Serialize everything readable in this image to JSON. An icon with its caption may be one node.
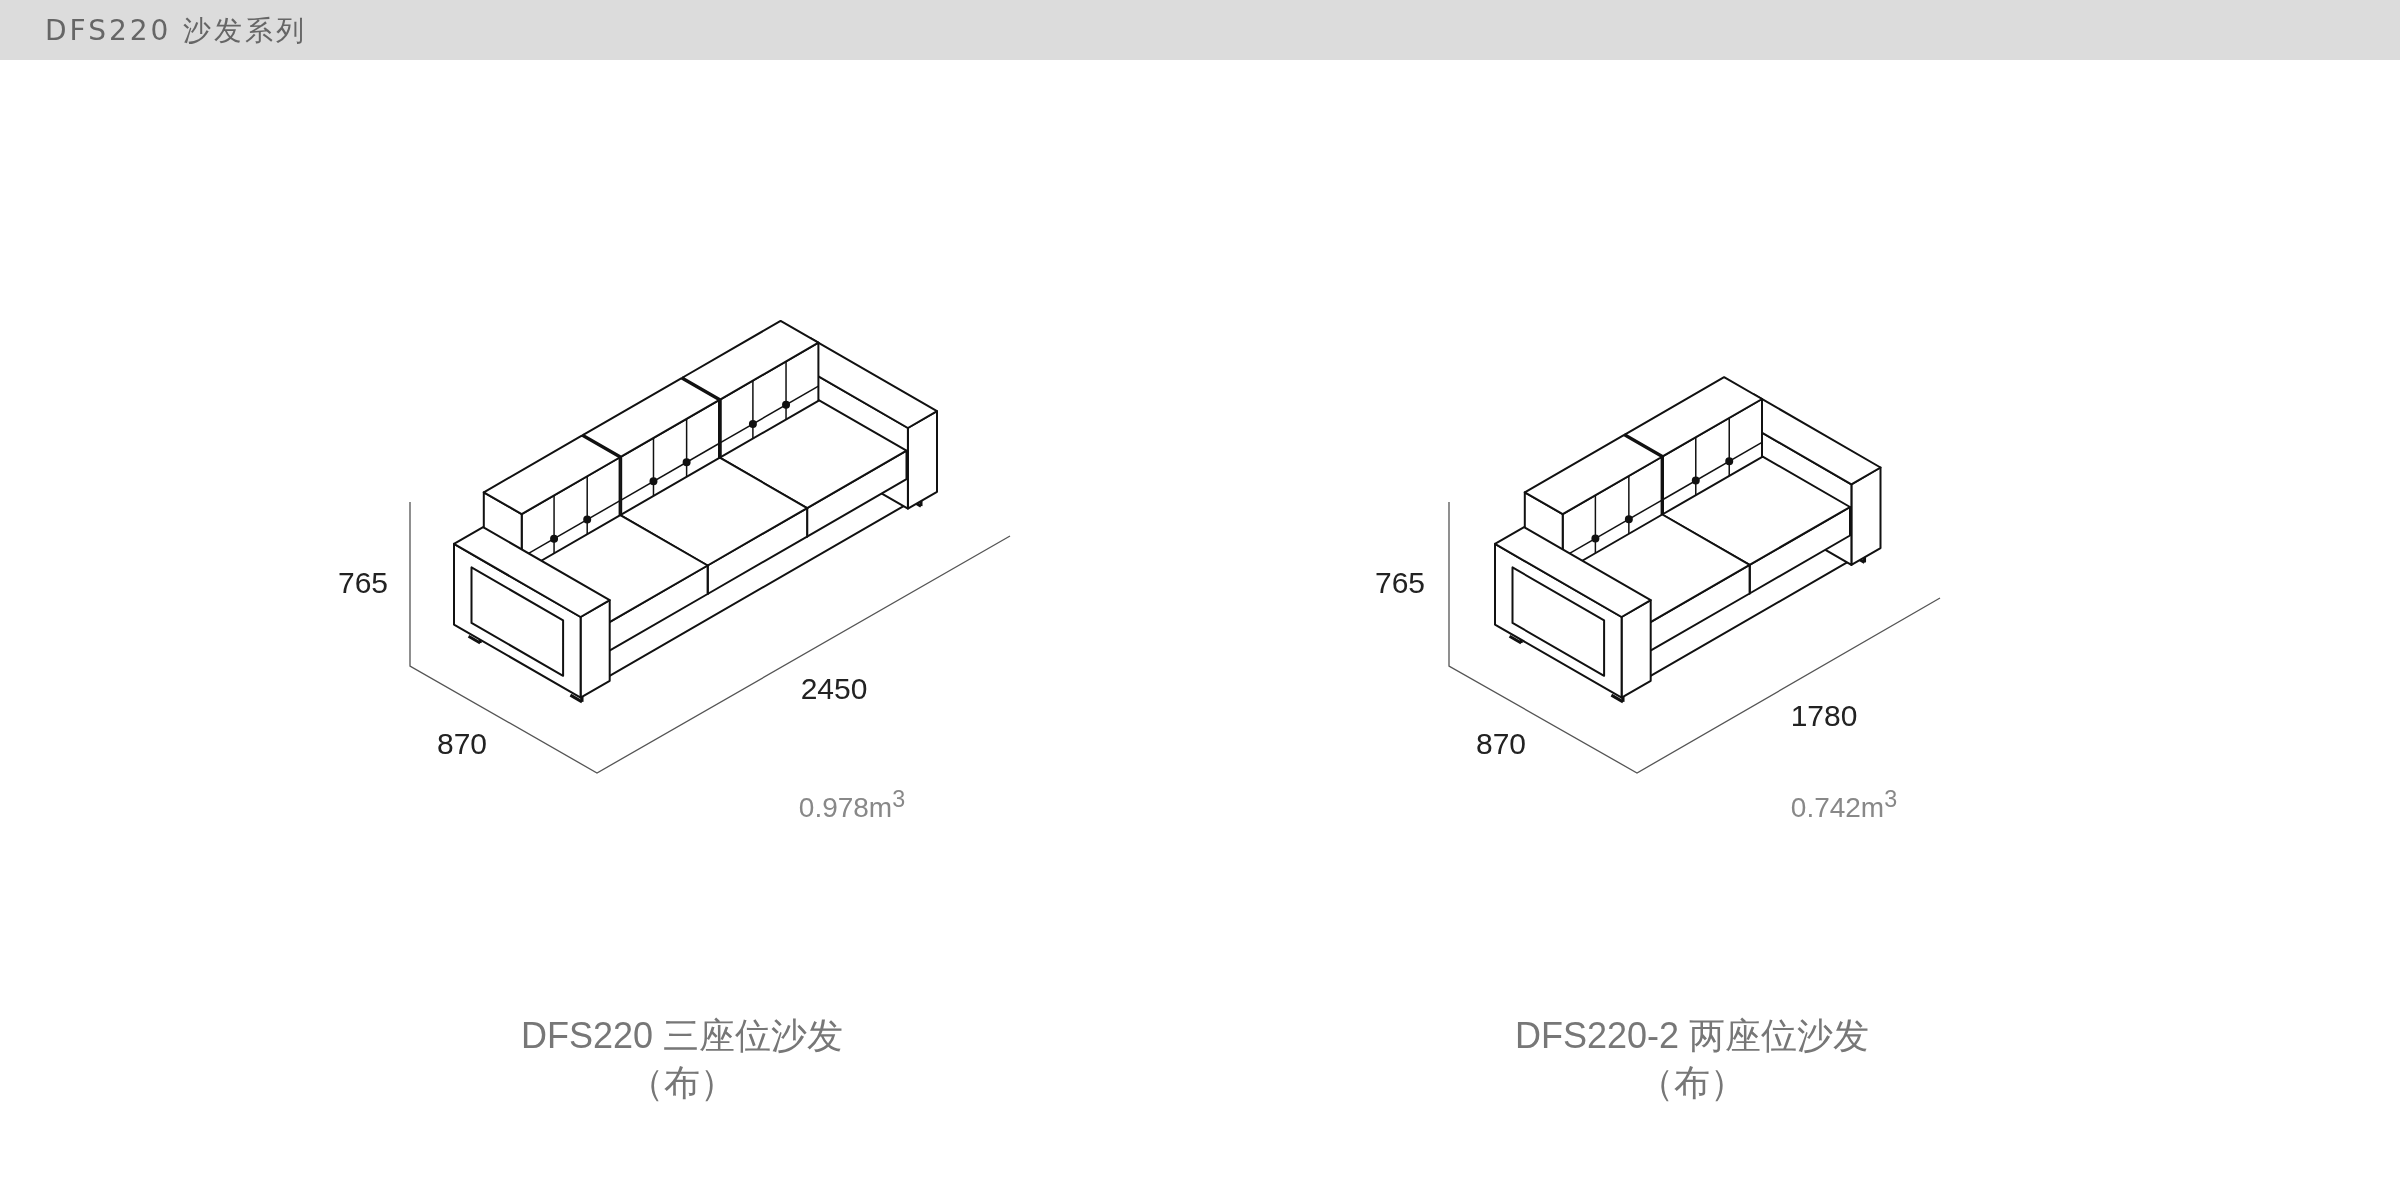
{
  "diagram": {
    "title": "DFS220 沙发系列",
    "labels": [
      "765",
      "870",
      "2450",
      "0.978m$^{3}$",
      "765",
      "870",
      "1780",
      "0.742m$^{3}$",
      "DFS220 三座位沙发",
      "（布）",
      "DFS220-2 两座位沙发",
      "（布）"
    ]
  }
}
